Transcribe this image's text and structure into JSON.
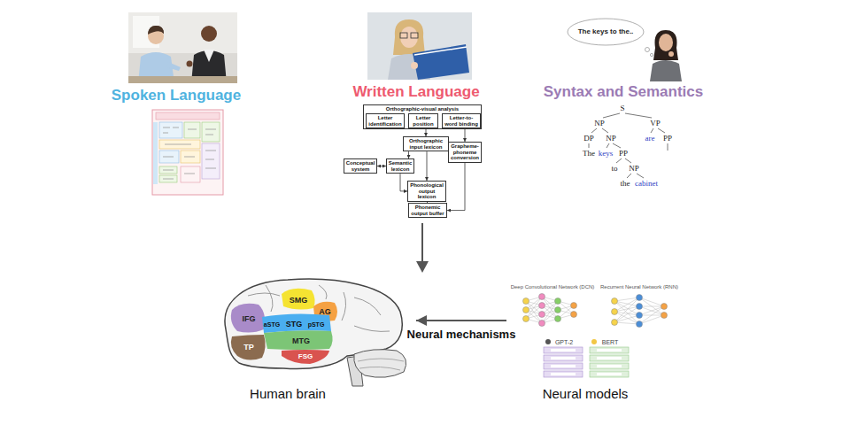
{
  "diagram": {
    "nodes": [
      {
        "text": [
          "Spoken Language"
        ]
      },
      {
        "text": [
          "Written Language"
        ]
      },
      {
        "text": [
          "Orthographic-visual analysis"
        ],
        "in": 1
      },
      {
        "text": [
          "Letter identification"
        ],
        "in": 2
      },
      {
        "text": [
          "Letter position"
        ],
        "in": 2
      },
      {
        "text": [
          "Letter-to-word binding"
        ],
        "in": 2
      },
      {
        "text": [
          "Orthographic input lexicon"
        ],
        "in": 1
      },
      {
        "text": [
          "Conceptual system"
        ],
        "in": 1
      },
      {
        "text": [
          "Semantic lexicon"
        ],
        "in": 1
      },
      {
        "text": [
          "Grapheme-phoneme conversion"
        ],
        "in": 1
      },
      {
        "text": [
          "Phonological output lexicon"
        ],
        "in": 1
      },
      {
        "text": [
          "Phonemic output buffer"
        ],
        "in": 1
      },
      {
        "text": [
          "Syntax and Semantics"
        ]
      },
      {
        "text": [
          "The keys to the.."
        ],
        "in": 12
      },
      {
        "text": [
          "Human brain"
        ]
      },
      {
        "text": [
          "Neural models"
        ]
      }
    ],
    "edges": [
      {
        "from": 2,
        "to": 6,
        "arrow": "to"
      },
      {
        "from": 6,
        "to": 8,
        "arrow": "to"
      },
      {
        "from": 7,
        "to": 8,
        "arrow": "both"
      },
      {
        "from": 6,
        "to": 10,
        "arrow": "to"
      },
      {
        "from": 8,
        "to": 10,
        "arrow": "to"
      },
      {
        "from": 2,
        "to": 9,
        "arrow": "to"
      },
      {
        "from": 10,
        "to": 11,
        "arrow": "to"
      },
      {
        "from": 9,
        "to": 11,
        "arrow": "to"
      },
      {
        "from": 15,
        "to": 14,
        "arrow": "to",
        "label": "Neural mechanisms"
      }
    ],
    "labels": [
      "S",
      "NP",
      "VP",
      "DP",
      "NP",
      "are",
      "PP",
      "The",
      "keys",
      "PP",
      "to",
      "NP",
      "the",
      "cabinet",
      "IFG",
      "SMG",
      "AG",
      "aSTG",
      "STG",
      "pSTG",
      "MTG",
      "TP",
      "FSG",
      "Deep Convolutional Network (DCN)",
      "Recurrent Neural Network (RNN)",
      "GPT-2",
      "BERT"
    ]
  }
}
